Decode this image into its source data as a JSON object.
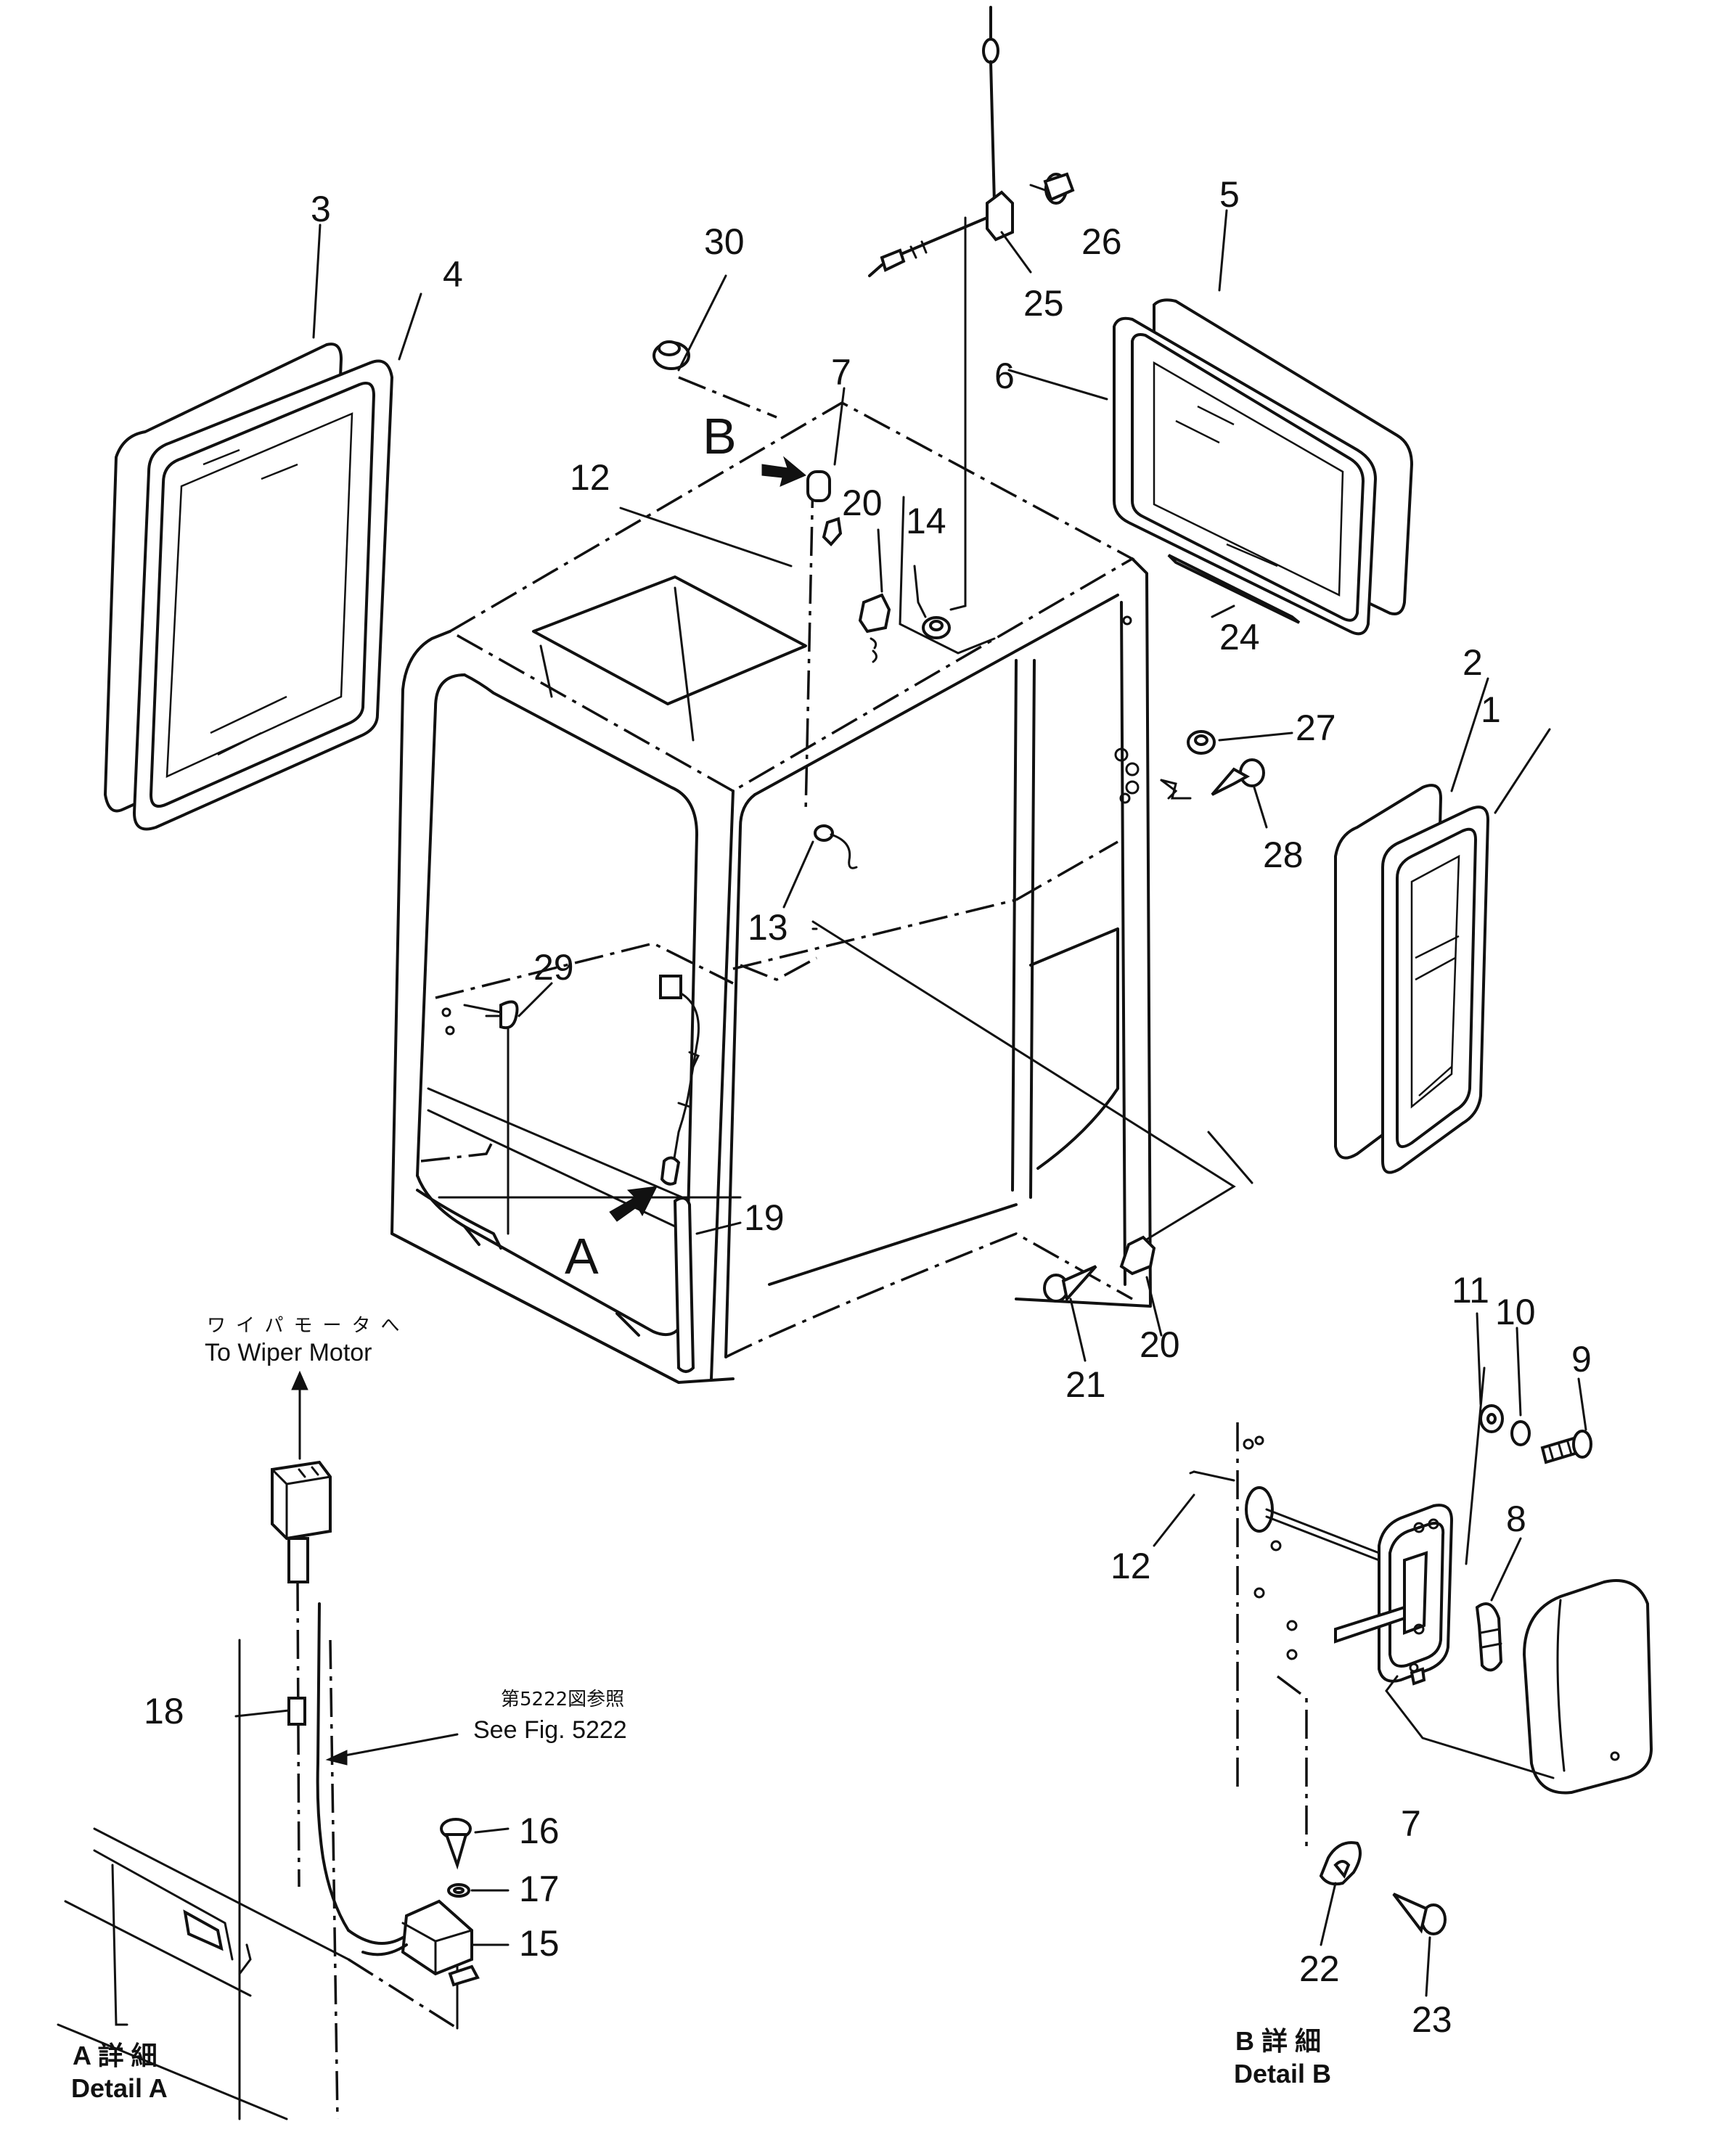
{
  "part_numbers": {
    "p1": "1",
    "p2": "2",
    "p3": "3",
    "p4": "4",
    "p5": "5",
    "p6": "6",
    "p7": "7",
    "p7b": "7",
    "p8": "8",
    "p9": "9",
    "p10": "10",
    "p11": "11",
    "p12": "12",
    "p12b": "12",
    "p13": "13",
    "p14": "14",
    "p15": "15",
    "p16": "16",
    "p17": "17",
    "p18": "18",
    "p19": "19",
    "p20": "20",
    "p20b": "20",
    "p21": "21",
    "p22": "22",
    "p23": "23",
    "p24": "24",
    "p25": "25",
    "p26": "26",
    "p27": "27",
    "p28": "28",
    "p29": "29",
    "p30": "30"
  },
  "markers": {
    "a": "A",
    "b": "B"
  },
  "notes": {
    "wiper_jp": "ワイパモータへ",
    "wiper_en": "To Wiper Motor",
    "see_fig_jp": "第5222図参照",
    "see_fig_en": "See Fig. 5222",
    "detail_a_jp": "A 詳 細",
    "detail_a_en": "Detail A",
    "detail_b_jp": "B 詳 細",
    "detail_b_en": "Detail B"
  }
}
